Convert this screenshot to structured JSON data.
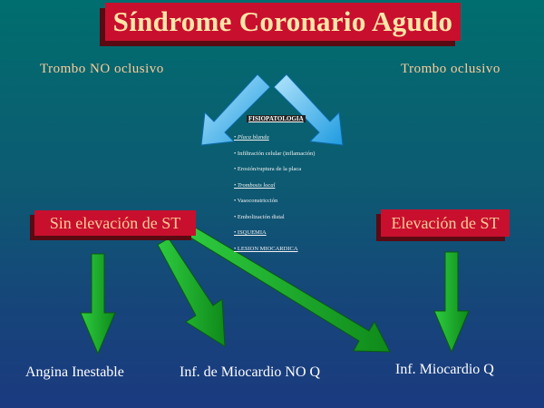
{
  "title": "Síndrome Coronario Agudo",
  "labels": {
    "trombo_no_oclusivo": "Trombo NO oclusivo",
    "trombo_oclusivo": "Trombo  oclusivo",
    "sin_elevacion": "Sin elevación de  ST",
    "elevacion": "Elevación de ST"
  },
  "fisiopatologia": {
    "title": "FISIOPATOLOGIA",
    "items": [
      "• Placa blanda",
      "• Infiltración celular (inflamación)",
      "• Erosión/ruptura de la placa",
      "• Trombosis local",
      "• Vasoconstricción",
      "• Embolización distal",
      "• ISQUEMIA",
      "• LESION MIOCARDICA"
    ]
  },
  "outcomes": {
    "angina": "Angina Inestable",
    "iam_no_q": "Inf. de Miocardio  NO  Q",
    "iam_q": "Inf. Miocardio  Q"
  },
  "colors": {
    "red_box": "#c8102e",
    "arrow_blue": "#29b6f6",
    "arrow_green": "#1fa81f"
  }
}
